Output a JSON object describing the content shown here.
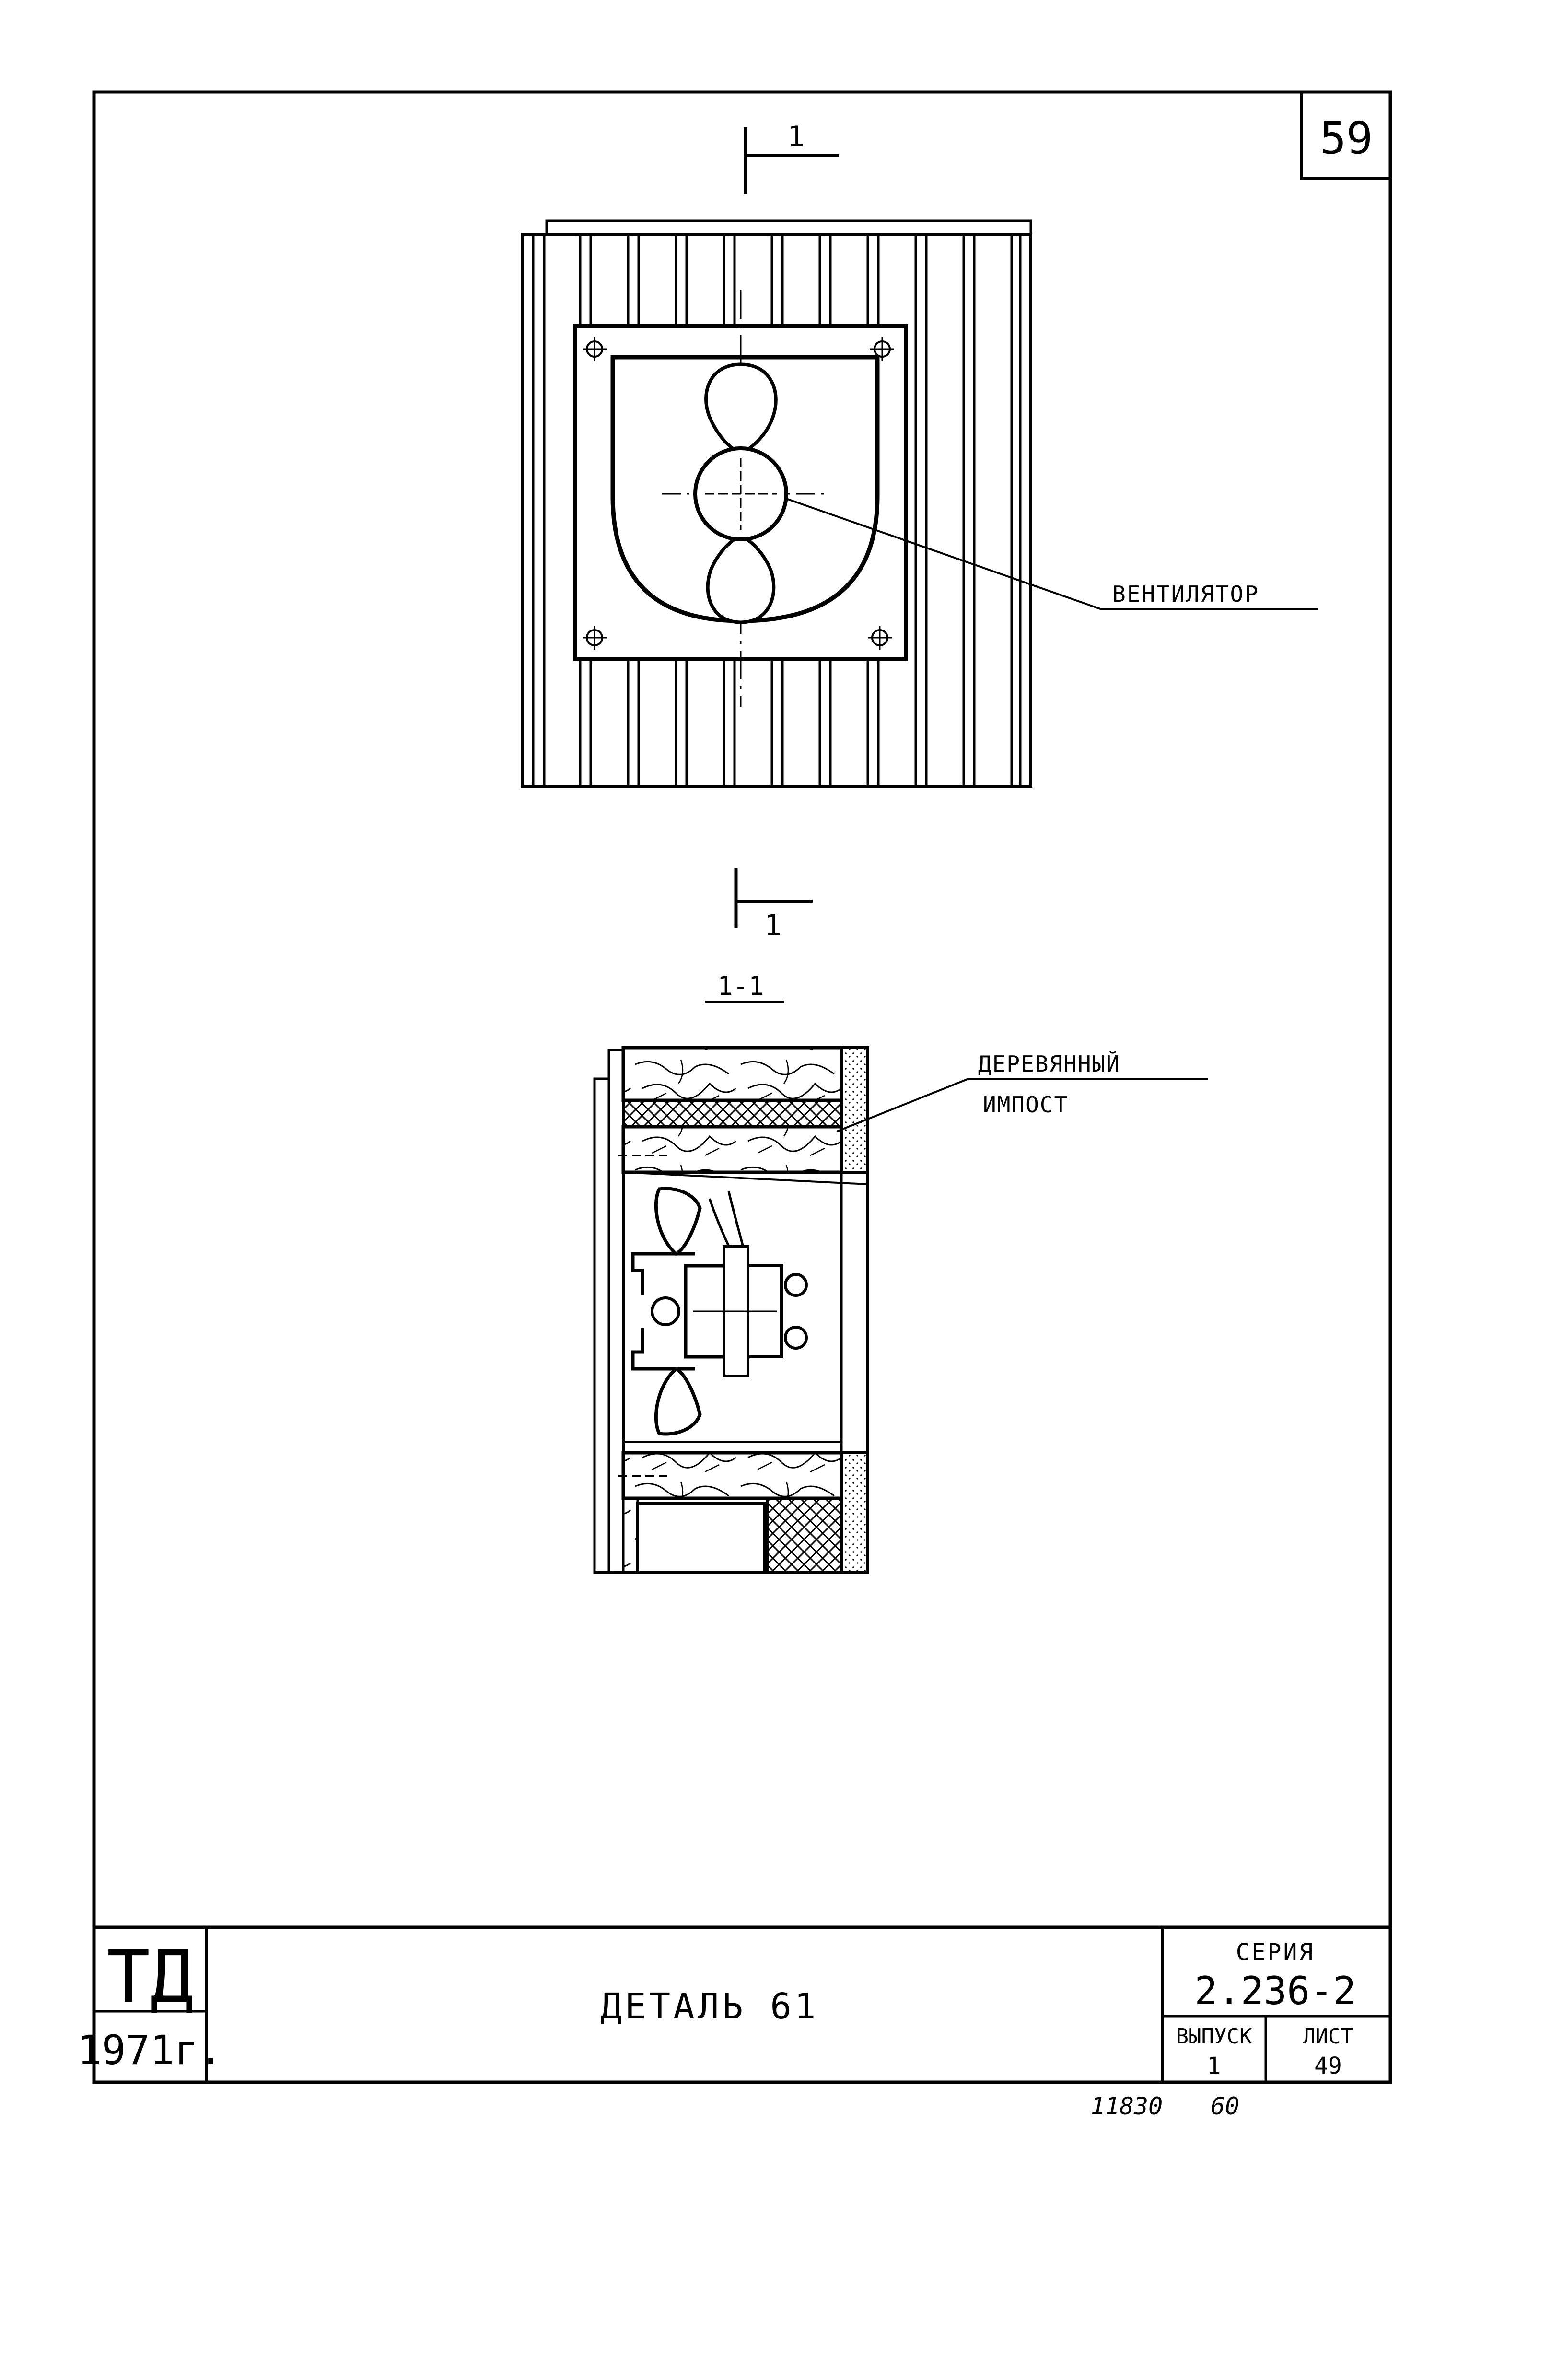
{
  "sheet": {
    "page_number": "59",
    "bottom_note_left": "11830",
    "bottom_note_right": "60"
  },
  "plan_view": {
    "section_mark_label": "1",
    "callout_label": "ВЕНТИЛЯТОР"
  },
  "section_view": {
    "section_mark_label": "1",
    "section_title": "1-1",
    "callout_label_line1": "ДЕРЕВЯННЫЙ",
    "callout_label_line2": "ИМПОСТ"
  },
  "title_block": {
    "org_logo": "ТД",
    "year": "1971г.",
    "drawing_title": "ДЕТАЛЬ 61",
    "series_label": "СЕРИЯ",
    "series_value": "2.236-2",
    "issue_label": "ВЫПУСК",
    "issue_value": "1",
    "sheet_label": "ЛИСТ",
    "sheet_value": "49"
  }
}
